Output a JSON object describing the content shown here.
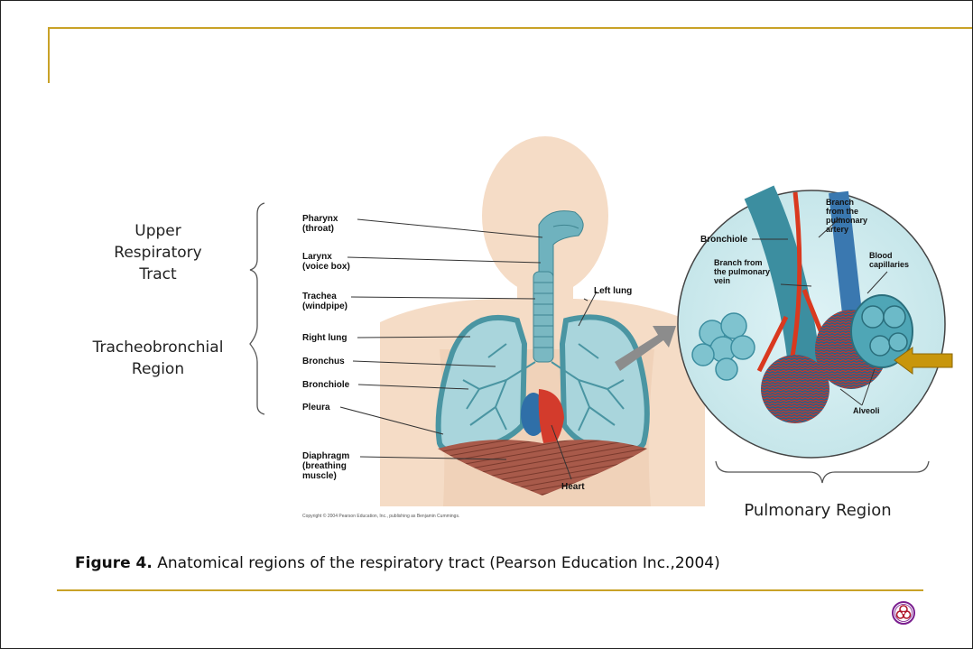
{
  "regions": {
    "upper_line1": "Upper",
    "upper_line2": "Respiratory",
    "upper_line3": "Tract",
    "tb_line1": "Tracheobronchial",
    "tb_line2": "Region",
    "pulmonary": "Pulmonary Region"
  },
  "labels": {
    "pharynx": "Pharynx\n(throat)",
    "larynx": "Larynx\n(voice box)",
    "trachea": "Trachea\n(windpipe)",
    "right_lung": "Right lung",
    "bronchus": "Bronchus",
    "bronchiole": "Bronchiole",
    "pleura": "Pleura",
    "diaphragm": "Diaphragm\n(breathing\nmuscle)",
    "heart": "Heart",
    "left_lung": "Left lung",
    "inset_bronchiole": "Bronchiole",
    "branch_vein": "Branch from\nthe pulmonary\nvein",
    "branch_artery": "Branch\nfrom the\npulmonary\nartery",
    "capillaries": "Blood\ncapillaries",
    "alveoli": "Alveoli"
  },
  "copyright": "Copyright © 2004 Pearson Education, Inc., publishing as Benjamin Cummings.",
  "caption": {
    "figure": "Figure 4.",
    "text": " Anatomical regions of the respiratory tract (Pearson Education Inc.,2004)"
  },
  "colors": {
    "accent_rule": "#c9a227",
    "arrow": "#c8960c",
    "biohazard": "#7a1f8f"
  }
}
